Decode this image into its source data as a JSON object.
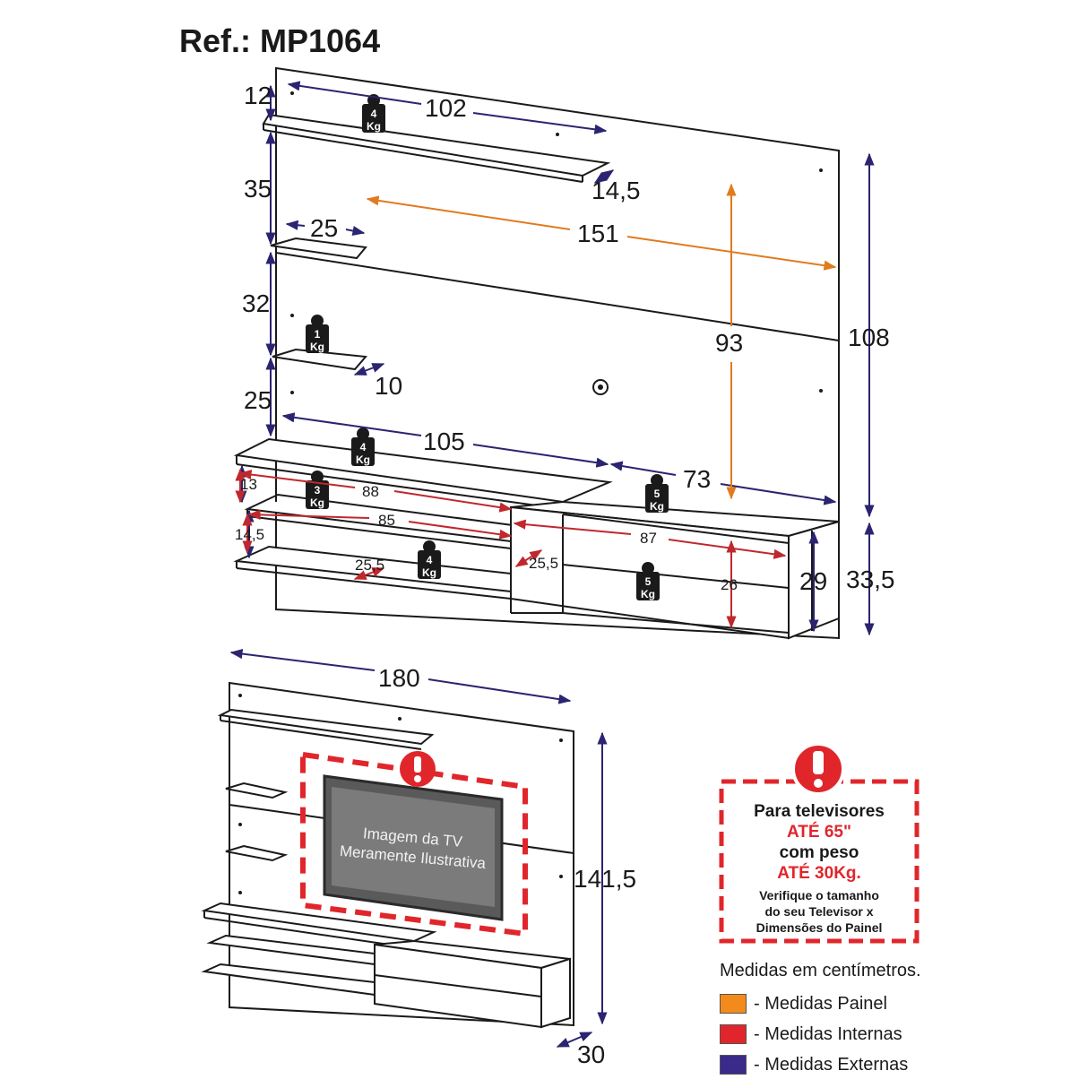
{
  "title": "Ref.: MP1064",
  "colors": {
    "painel": "#e07b1e",
    "internas": "#c0282d",
    "externas": "#2b2470",
    "warning": "#e0262b"
  },
  "dimensions": {
    "d12": "12",
    "d102": "102",
    "d14_5": "14,5",
    "d35": "35",
    "d25_top": "25",
    "d151": "151",
    "d108": "108",
    "d32": "32",
    "d93": "93",
    "d10": "10",
    "d25_mid": "25",
    "d105": "105",
    "d73": "73",
    "d13": "13",
    "d88": "88",
    "d85": "85",
    "d14_5_small": "14,5",
    "d87": "87",
    "d25_5_left": "25,5",
    "d25_5_right": "25,5",
    "d26": "26",
    "d29": "29",
    "d33_5": "33,5",
    "d180": "180",
    "d141_5": "141,5",
    "d30": "30"
  },
  "weights": {
    "w1": {
      "value": "4",
      "unit": "Kg"
    },
    "w2": {
      "value": "1",
      "unit": "Kg"
    },
    "w3": {
      "value": "4",
      "unit": "Kg"
    },
    "w4": {
      "value": "3",
      "unit": "Kg"
    },
    "w5": {
      "value": "5",
      "unit": "Kg"
    },
    "w6": {
      "value": "4",
      "unit": "Kg"
    },
    "w7": {
      "value": "5",
      "unit": "Kg"
    }
  },
  "tv": {
    "line1": "Imagem da TV",
    "line2": "Meramente Ilustrativa"
  },
  "warning": {
    "line1": "Para televisores",
    "line2": "ATÉ 65\"",
    "line3": "com peso",
    "line4": "ATÉ 30Kg.",
    "note1": "Verifique o tamanho",
    "note2": "do seu Televisor x",
    "note3": "Dimensões do Painel"
  },
  "legend": {
    "title": "Medidas em centímetros.",
    "items": [
      {
        "label": "- Medidas Painel"
      },
      {
        "label": "- Medidas Internas"
      },
      {
        "label": "- Medidas Externas"
      }
    ]
  }
}
